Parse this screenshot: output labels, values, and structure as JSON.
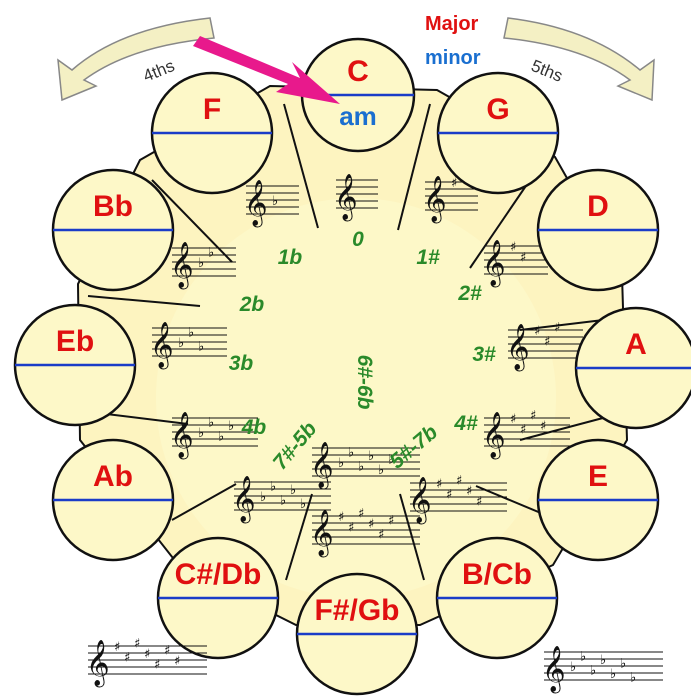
{
  "legend": {
    "major": "Major",
    "minor": "minor"
  },
  "directions": {
    "fourths": "4ths",
    "fifths": "5ths"
  },
  "keys": [
    {
      "major": "C",
      "minor": "am",
      "sig": "0",
      "acc": "none",
      "n": 0
    },
    {
      "major": "G",
      "minor": "",
      "sig": "1#",
      "acc": "sharp",
      "n": 1
    },
    {
      "major": "D",
      "minor": "",
      "sig": "2#",
      "acc": "sharp",
      "n": 2
    },
    {
      "major": "A",
      "minor": "",
      "sig": "3#",
      "acc": "sharp",
      "n": 3
    },
    {
      "major": "E",
      "minor": "",
      "sig": "4#",
      "acc": "sharp",
      "n": 4
    },
    {
      "major": "B/Cb",
      "minor": "",
      "sig": "5#-7b",
      "acc": "sharp",
      "n": 5
    },
    {
      "major": "F#/Gb",
      "minor": "",
      "sig": "6#-6b",
      "acc": "flat",
      "n": 6
    },
    {
      "major": "C#/Db",
      "minor": "",
      "sig": "7#-5b",
      "acc": "flat",
      "n": 5
    },
    {
      "major": "Ab",
      "minor": "",
      "sig": "4b",
      "acc": "flat",
      "n": 4
    },
    {
      "major": "Eb",
      "minor": "",
      "sig": "3b",
      "acc": "flat",
      "n": 3
    },
    {
      "major": "Bb",
      "minor": "",
      "sig": "2b",
      "acc": "flat",
      "n": 2
    },
    {
      "major": "F",
      "minor": "",
      "sig": "1b",
      "acc": "flat",
      "n": 1
    }
  ],
  "colors": {
    "circle_fill": "#fdf8c8",
    "ring_fill": "#fdf4c0",
    "divider": "#1a3cc8",
    "major_text": "#e01010",
    "minor_text": "#1a6fd0",
    "count_text": "#2a8a2a",
    "arrow_pointer": "#e8198c",
    "arrow_band": "#f4f0c4"
  }
}
